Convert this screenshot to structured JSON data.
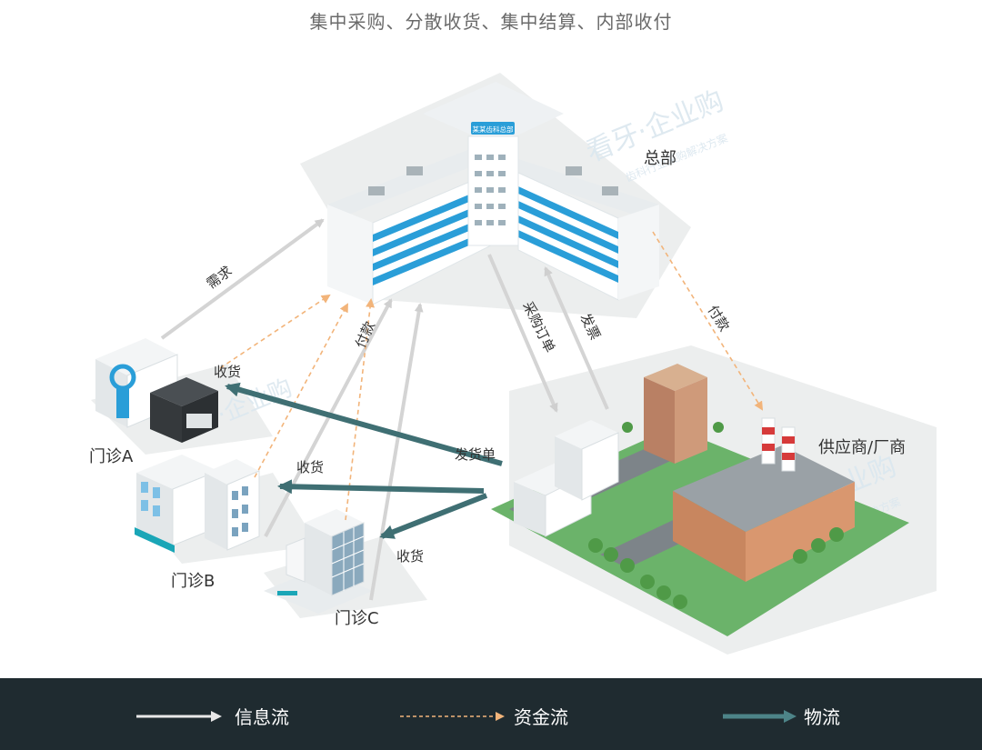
{
  "title": "集中采购、分散收货、集中结算、内部收付",
  "nodes": {
    "hq": "总部",
    "supplier": "供应商/厂商",
    "clinic_a": "门诊A",
    "clinic_b": "门诊B",
    "clinic_c": "门诊C"
  },
  "building_sign": "某某齿科总部",
  "watermark": {
    "brand": "看牙·企业购",
    "sub": "齿科行业采购解决方案"
  },
  "flow_labels": {
    "demand": "需求",
    "pay_clinic": "付款",
    "purchase_order": "采购订单",
    "invoice": "发票",
    "pay_supplier": "付款",
    "ship_note": "发货单",
    "receive_a": "收货",
    "receive_b": "收货",
    "receive_c": "收货"
  },
  "legend": {
    "info": "信息流",
    "money": "资金流",
    "goods": "物流"
  },
  "colors": {
    "info": "#d4d4d4",
    "money": "#f2b47a",
    "goods": "#3f6f73",
    "accent_blue": "#2a9ed8",
    "legend_bg": "#1f2b30"
  }
}
